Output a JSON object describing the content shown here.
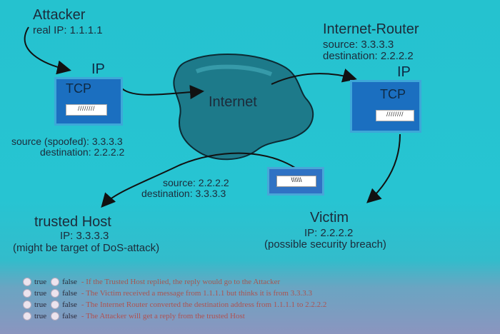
{
  "attacker": {
    "title": "Attacker",
    "ip": "real IP: 1.1.1.1"
  },
  "router": {
    "title": "Internet-Router",
    "source": "source: 3.3.3.3",
    "destination": "destination: 2.2.2.2"
  },
  "internet": {
    "label": "Internet"
  },
  "packet_left": {
    "ip": "IP",
    "tcp": "TCP",
    "payload": "////////"
  },
  "packet_right": {
    "ip": "IP",
    "tcp": "TCP",
    "payload": "////////"
  },
  "spoofed": {
    "source": "source (spoofed): 3.3.3.3",
    "destination": "destination: 2.2.2.2"
  },
  "reply": {
    "source": "source: 2.2.2.2",
    "destination": "destination: 3.3.3.3",
    "payload": "\\\\\\\\\\\\"
  },
  "trusted": {
    "title": "trusted Host",
    "ip": "IP: 3.3.3.3",
    "note": "(might be target of DoS-attack)"
  },
  "victim": {
    "title": "Victim",
    "ip": "IP: 2.2.2.2",
    "note": "(possible security breach)"
  },
  "quiz": {
    "true_label": "true",
    "false_label": "false",
    "statements": [
      "- If the Trusted Host replied, the reply would go to the Attacker",
      "- The Victim received a message from 1.1.1.1 but thinks it is from 3.3.3.3",
      "- The Internet Router converted the destination address from 1.1.1.1 to 2.2.2.2",
      "- The Attacker will get a reply from the trusted Host"
    ]
  },
  "colors": {
    "background": "#27c4d2",
    "packet_fill": "#1b6fc0",
    "cloud_fill": "#1d7a8a",
    "statement_text": "#c0392b"
  }
}
